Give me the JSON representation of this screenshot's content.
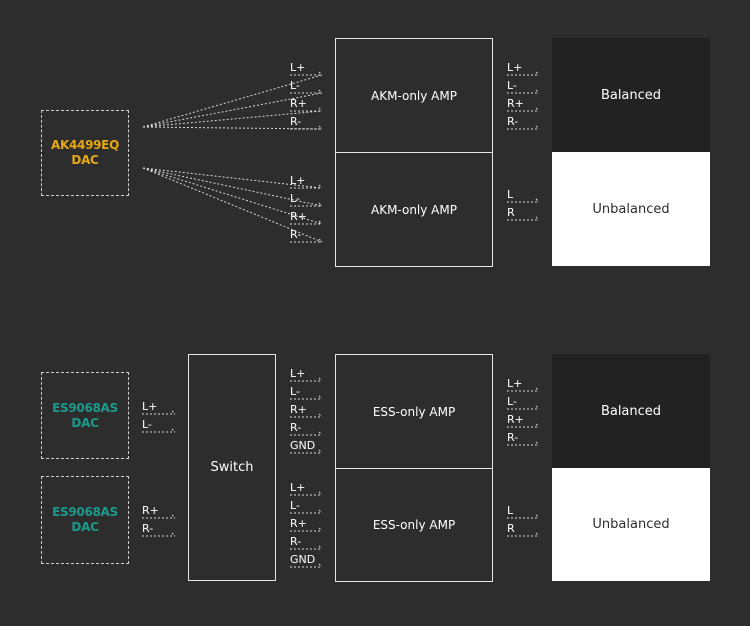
{
  "colors": {
    "background": "#2d2d2d",
    "akm_dac": "#e6a817",
    "ess_dac": "#1a9a8c",
    "balanced_bg": "#222222",
    "unbalanced_bg": "#ffffff"
  },
  "top": {
    "dac": {
      "line1": "AK4499EQ",
      "line2": "DAC"
    },
    "amp_upper": "AKM-only AMP",
    "amp_lower": "AKM-only AMP",
    "in_upper": [
      "L+",
      "L-",
      "R+",
      "R-"
    ],
    "in_lower": [
      "L+",
      "L-",
      "R+",
      "R-"
    ],
    "out_balanced_pins": [
      "L+",
      "L-",
      "R+",
      "R-"
    ],
    "out_unbalanced_pins": [
      "L",
      "R"
    ],
    "balanced": "Balanced",
    "unbalanced": "Unbalanced"
  },
  "bottom": {
    "dac_a": {
      "line1": "ES9068AS",
      "line2": "DAC"
    },
    "dac_b": {
      "line1": "ES9068AS",
      "line2": "DAC"
    },
    "dac_a_pins": [
      "L+",
      "L-"
    ],
    "dac_b_pins": [
      "R+",
      "R-"
    ],
    "switch": "Switch",
    "amp_upper": "ESS-only AMP",
    "amp_lower": "ESS-only AMP",
    "in_upper": [
      "L+",
      "L-",
      "R+",
      "R-",
      "GND"
    ],
    "in_lower": [
      "L+",
      "L-",
      "R+",
      "R-",
      "GND"
    ],
    "out_balanced_pins": [
      "L+",
      "L-",
      "R+",
      "R-"
    ],
    "out_unbalanced_pins": [
      "L",
      "R"
    ],
    "balanced": "Balanced",
    "unbalanced": "Unbalanced"
  }
}
